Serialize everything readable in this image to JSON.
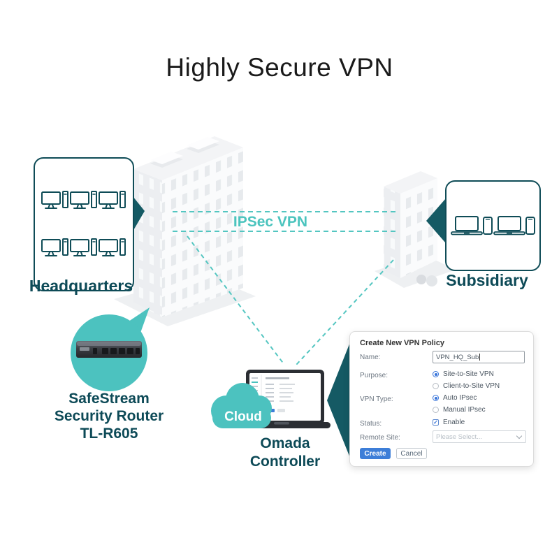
{
  "page": {
    "title": "Highly Secure VPN"
  },
  "colors": {
    "teal": "#4CC2BF",
    "dark_teal": "#155A64",
    "text_teal": "#0D4A57",
    "blue": "#3D7ED8"
  },
  "icons": {
    "desktop": "desktop-computer-icon",
    "laptop": "laptop-icon",
    "phone": "smartphone-icon",
    "cloud": "cloud-shape",
    "chevron": "chevron-down-icon"
  },
  "hq": {
    "label": "Headquarters"
  },
  "subsidiary": {
    "label": "Subsidiary"
  },
  "link": {
    "label": "IPSec VPN"
  },
  "router": {
    "line1": "SafeStream",
    "line2": "Security Router",
    "line3": "TL-R605"
  },
  "controller": {
    "cloud": "Cloud",
    "line1": "Omada",
    "line2": "Controller"
  },
  "dialog": {
    "title": "Create New VPN Policy",
    "name_label": "Name:",
    "name_value": "VPN_HQ_Sub",
    "purpose_label": "Purpose:",
    "purpose_site": "Site-to-Site VPN",
    "purpose_client": "Client-to-Site VPN",
    "type_label": "VPN Type:",
    "type_auto": "Auto IPsec",
    "type_manual": "Manual IPsec",
    "status_label": "Status:",
    "status_enable": "Enable",
    "remote_label": "Remote Site:",
    "remote_placeholder": "Please Select...",
    "create": "Create",
    "cancel": "Cancel"
  }
}
